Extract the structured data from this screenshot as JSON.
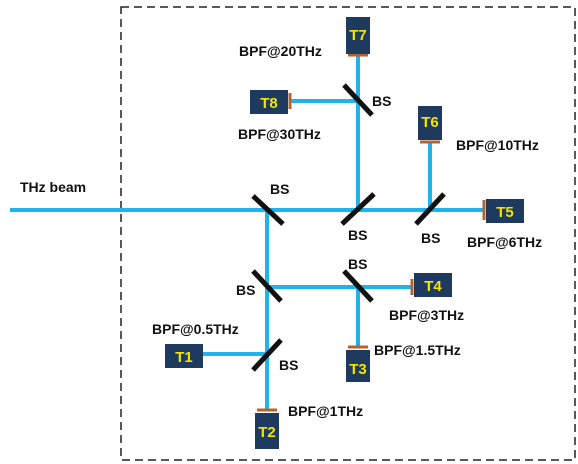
{
  "diagram": {
    "colors": {
      "beam": "#1fb3ec",
      "detector": "#1f3a5f",
      "detector_text": "#f5e400",
      "filter": "#b5632a",
      "splitter": "#111111",
      "border": "#222222"
    },
    "input_label": "THz beam",
    "splitter_label": "BS",
    "detectors": {
      "t1": "T1",
      "t2": "T2",
      "t3": "T3",
      "t4": "T4",
      "t5": "T5",
      "t6": "T6",
      "t7": "T7",
      "t8": "T8"
    },
    "filters": {
      "t1": "BPF@0.5THz",
      "t2": "BPF@1THz",
      "t3": "BPF@1.5THz",
      "t4": "BPF@3THz",
      "t5": "BPF@6THz",
      "t6": "BPF@10THz",
      "t7": "BPF@20THz",
      "t8": "BPF@30THz"
    }
  }
}
